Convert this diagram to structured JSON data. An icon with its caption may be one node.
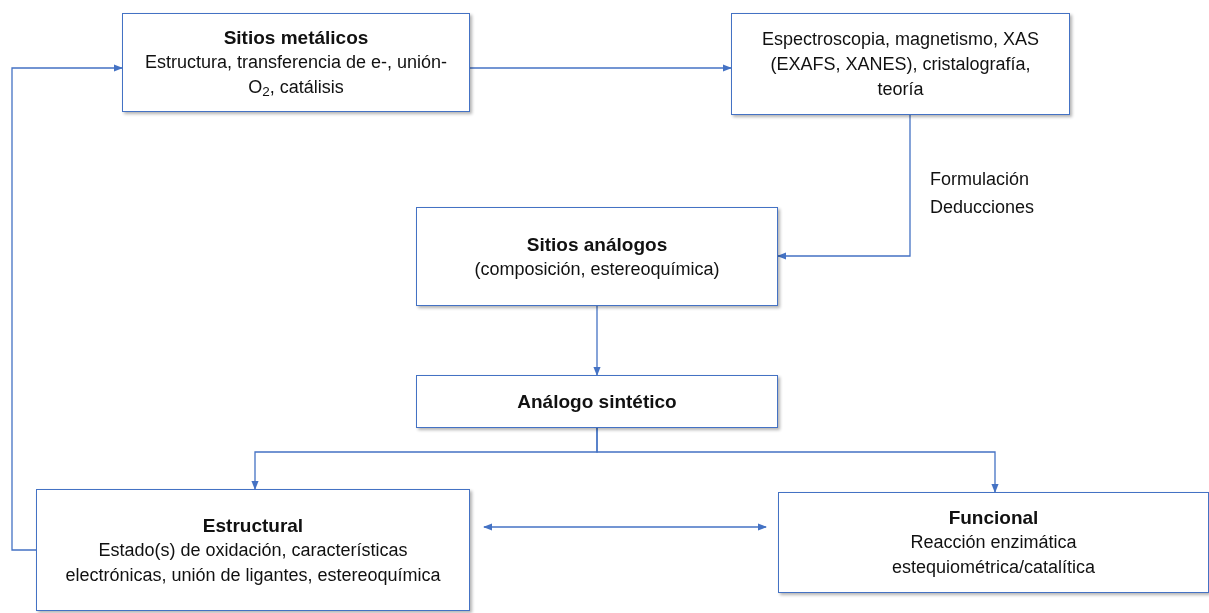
{
  "diagram": {
    "nodes": [
      {
        "text": [
          "Sitios metálicos",
          "Estructura, transferencia de e-, unión-O$_{2}$, catálisis"
        ]
      },
      {
        "text": [
          "Espectroscopia, magnetismo, XAS (EXAFS, XANES), cristalografía, teoría"
        ]
      },
      {
        "text": [
          "Sitios análogos",
          "(composición, estereoquímica)"
        ]
      },
      {
        "text": [
          "Análogo sintético"
        ]
      },
      {
        "text": [
          "Estructural",
          "Estado(s) de oxidación, características electrónicas, unión de ligantes, estereoquímica"
        ]
      },
      {
        "text": [
          "Funcional",
          "Reacción enzimática estequiométrica/catalítica"
        ]
      }
    ],
    "edges": [
      {
        "from": 0,
        "to": 1,
        "arrow": "to"
      },
      {
        "from": 1,
        "to": 2,
        "arrow": "to",
        "label": "Formulación Deducciones"
      },
      {
        "from": 2,
        "to": 3,
        "arrow": "to"
      },
      {
        "from": 3,
        "to": 4,
        "arrow": "to"
      },
      {
        "from": 3,
        "to": 5,
        "arrow": "to"
      },
      {
        "from": 4,
        "to": 5,
        "arrow": "both"
      },
      {
        "from": 4,
        "to": 0,
        "arrow": "to"
      }
    ]
  }
}
